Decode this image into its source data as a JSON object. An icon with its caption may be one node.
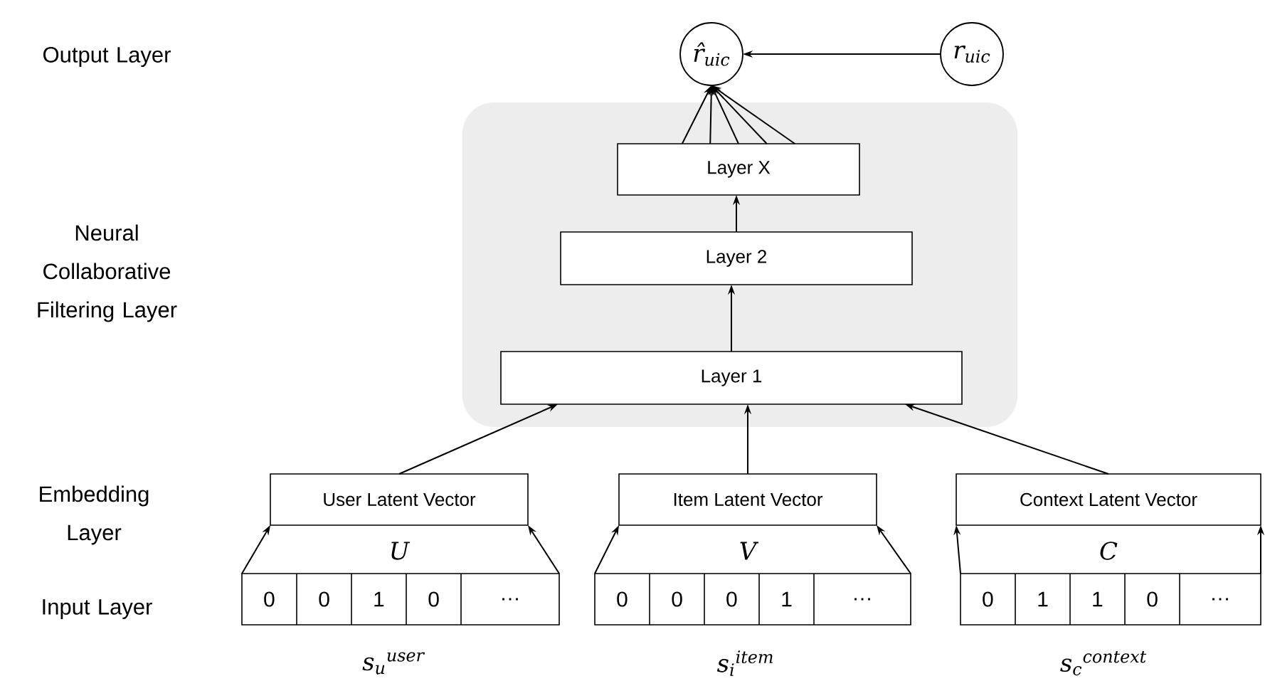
{
  "diagram": {
    "nodes": [
      {
        "text": [
          "r̂$_{uic}$"
        ]
      },
      {
        "text": [
          "r$_{uic}$"
        ]
      },
      {
        "text": [],
        "shape": "box"
      },
      {
        "text": [
          "Layer X"
        ],
        "in": 2
      },
      {
        "text": [
          "Layer 2"
        ],
        "in": 2
      },
      {
        "text": [
          "Layer 1"
        ],
        "in": 2
      },
      {
        "text": [
          "User Latent Vector"
        ],
        "beside": [
          "U"
        ]
      },
      {
        "text": [
          "Item Latent Vector"
        ],
        "beside": [
          "V"
        ]
      },
      {
        "text": [
          "Context Latent Vector"
        ],
        "beside": [
          "C"
        ]
      },
      {
        "text": [
          "0",
          "0",
          "1",
          "0",
          "…"
        ],
        "beside": [
          "s$_{u}$$^{user}$"
        ]
      },
      {
        "text": [
          "0",
          "0",
          "0",
          "1",
          "…"
        ],
        "beside": [
          "s$_{i}$$^{item}$"
        ]
      },
      {
        "text": [
          "0",
          "1",
          "1",
          "0",
          "…"
        ],
        "beside": [
          "s$_{c}$$^{context}$"
        ]
      }
    ],
    "edges": [
      {
        "from": 1,
        "to": 0,
        "arrow": "to"
      },
      {
        "from": 3,
        "to": 0,
        "arrow": "to"
      },
      {
        "from": 3,
        "to": 0,
        "arrow": "to"
      },
      {
        "from": 3,
        "to": 0,
        "arrow": "to"
      },
      {
        "from": 3,
        "to": 0,
        "arrow": "to"
      },
      {
        "from": 3,
        "to": 0,
        "arrow": "to"
      },
      {
        "from": 4,
        "to": 3,
        "arrow": "to"
      },
      {
        "from": 5,
        "to": 4,
        "arrow": "to"
      },
      {
        "from": 6,
        "to": 5,
        "arrow": "to"
      },
      {
        "from": 7,
        "to": 5,
        "arrow": "to"
      },
      {
        "from": 8,
        "to": 5,
        "arrow": "to"
      },
      {
        "from": 9,
        "to": 6,
        "arrow": "to"
      },
      {
        "from": 9,
        "to": 6,
        "arrow": "to"
      },
      {
        "from": 10,
        "to": 7,
        "arrow": "to"
      },
      {
        "from": 10,
        "to": 7,
        "arrow": "to"
      },
      {
        "from": 11,
        "to": 8,
        "arrow": "to"
      },
      {
        "from": 11,
        "to": 8,
        "arrow": "to"
      }
    ],
    "labels": [
      "Output Layer",
      "Neural Collaborative Filtering Layer",
      "Embedding Layer",
      "Input Layer"
    ]
  }
}
